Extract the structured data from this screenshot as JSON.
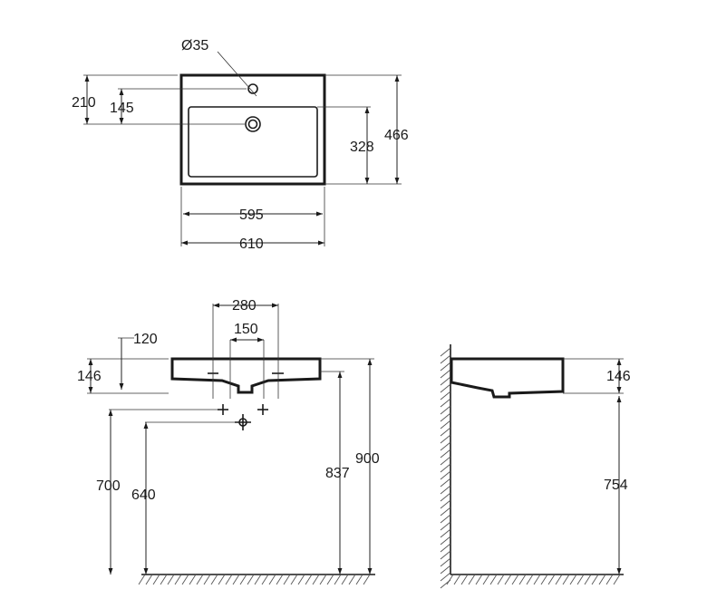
{
  "top_view": {
    "hole_diameter": "Ø35",
    "dim_210": "210",
    "dim_145": "145",
    "dim_328": "328",
    "dim_466": "466",
    "dim_595": "595",
    "dim_610": "610"
  },
  "front_view": {
    "dim_280": "280",
    "dim_150": "150",
    "dim_120": "120",
    "dim_146": "146",
    "dim_700": "700",
    "dim_640": "640",
    "dim_837": "837",
    "dim_900": "900"
  },
  "side_view": {
    "dim_146": "146",
    "dim_754": "754"
  }
}
